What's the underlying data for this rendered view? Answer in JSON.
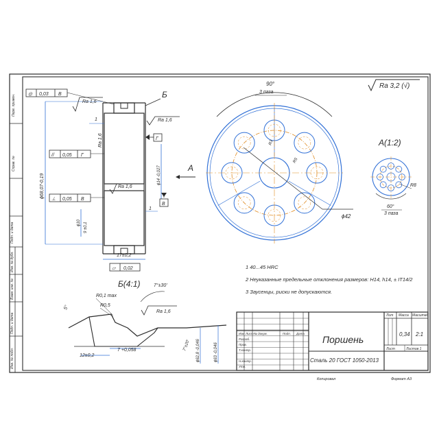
{
  "colors": {
    "outline": "#2a2a2a",
    "dims": "#2f6fd6",
    "center": "#e08a1e",
    "hatch": "#3a3a3a"
  },
  "stamp": {
    "title": "Поршень",
    "material": "Сталь 20 ГОСТ 1050-2013",
    "lit_header": "Лит",
    "mass_header": "Масса",
    "scale_header": "Масштаб",
    "mass_value": "0,34",
    "scale_value": "2:1",
    "sheet_label": "Лист",
    "sheets_label": "Листов 1",
    "rows": [
      "Изм",
      "Лист",
      "№ докум.",
      "Подп.",
      "Дата"
    ],
    "side_labels": [
      "Разраб.",
      "Пров.",
      "Т.контр.",
      "Н.контр.",
      "Утв."
    ],
    "copied": "Копировал",
    "format": "Формат А3"
  },
  "roughness_general": "Ra 3,2 (√)",
  "notes": [
    "1 40...45 HRC",
    "2 Неуказанные предельные отклонения размеров: H14, h14, ± IT14/2",
    "3 Заусенцы, риски не допускаются."
  ],
  "section_view": {
    "view_b_label": "Б",
    "view_a_arrow": "А",
    "dim_main": "ϕ68,07-0,19",
    "dim_14": "ϕ14 -0,027",
    "dim_10": "ϕ10",
    "dim_9": "9 ±0,1",
    "dim_17": "17±0,2",
    "dim_1a": "1",
    "dim_1b": "1",
    "ra": [
      "Ra 1,6",
      "Ra 1,6",
      "Ra 1,6",
      "Ra 1,6"
    ],
    "tol_top": [
      "◎",
      "0,03",
      "В"
    ],
    "tol_parallel": [
      "//",
      "0,05",
      "Г"
    ],
    "tol_perp": [
      "⊥",
      "0,05",
      "В"
    ],
    "tol_flat": [
      "▱",
      "0,02"
    ],
    "datum_g": "Г",
    "datum_v": "В"
  },
  "front_view": {
    "angle_label": "90°",
    "angle_note": "3 паза",
    "dim_42": "ϕ42",
    "dim_r1": "R3",
    "dim_r2": "R5"
  },
  "detail_a": {
    "label": "А(1:2)",
    "r": "R8",
    "angle": "60°",
    "note": "3 паза"
  },
  "detail_b": {
    "label": "Б(4:1)",
    "r01": "R0,1 max",
    "r05": "R0,5",
    "ang": "7°±30'",
    "ang5": "5°",
    "ra": "Ra 1,6",
    "dim_7": "7 +0,058",
    "dim_12": "12±0,2",
    "dim_20": "7°±20'",
    "dim_62": "ϕ62,8 -0,046",
    "dim_63": "ϕ63 -0,046"
  },
  "frame_labels": [
    "Перв. примен.",
    "Справ. №",
    "Подп. и дата",
    "Инв. № дубл.",
    "Взам. инв. №",
    "Подп. и дата",
    "Инв. № подл."
  ]
}
